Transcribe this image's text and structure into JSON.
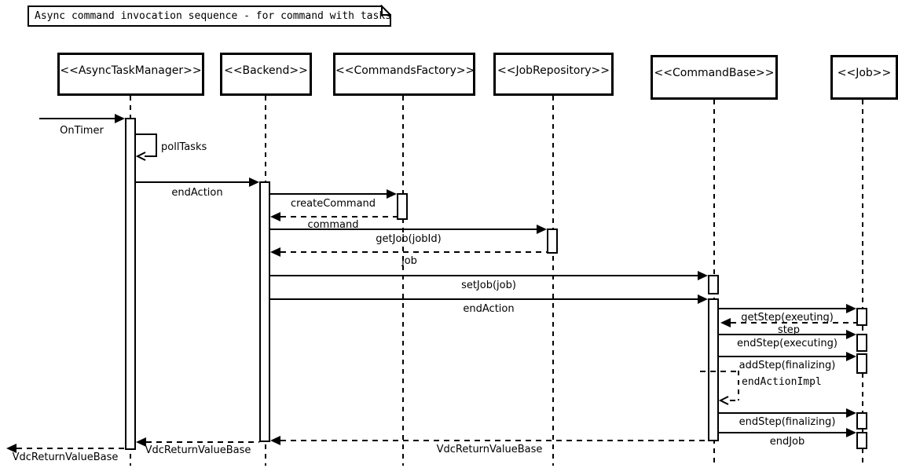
{
  "title": "Async command invocation sequence - for command with tasks",
  "participants": [
    {
      "label": "<<AsyncTaskManager>>"
    },
    {
      "label": "<<Backend>>"
    },
    {
      "label": "<<CommandsFactory>>"
    },
    {
      "label": "<<JobRepository>>"
    },
    {
      "label": "<<CommandBase>>"
    },
    {
      "label": "<<Job>>"
    }
  ],
  "messages": [
    {
      "label": "OnTimer",
      "from": "caller",
      "to": "AsyncTaskManager",
      "style": "solid"
    },
    {
      "label": "pollTasks",
      "from": "AsyncTaskManager",
      "to": "AsyncTaskManager",
      "style": "self-solid"
    },
    {
      "label": "endAction",
      "from": "AsyncTaskManager",
      "to": "Backend",
      "style": "solid"
    },
    {
      "label": "createCommand",
      "from": "Backend",
      "to": "CommandsFactory",
      "style": "solid"
    },
    {
      "label": "command",
      "from": "CommandsFactory",
      "to": "Backend",
      "style": "dashed-return"
    },
    {
      "label": "getJob(jobId)",
      "from": "Backend",
      "to": "JobRepository",
      "style": "solid"
    },
    {
      "label": "job",
      "from": "JobRepository",
      "to": "Backend",
      "style": "dashed-return"
    },
    {
      "label": "setJob(job)",
      "from": "Backend",
      "to": "CommandBase",
      "style": "solid"
    },
    {
      "label": "endAction",
      "from": "Backend",
      "to": "CommandBase",
      "style": "solid"
    },
    {
      "label": "getStep(exeuting)",
      "from": "CommandBase",
      "to": "Job",
      "style": "solid"
    },
    {
      "label": "step",
      "from": "Job",
      "to": "CommandBase",
      "style": "dashed-return"
    },
    {
      "label": "endStep(executing)",
      "from": "CommandBase",
      "to": "Job",
      "style": "solid"
    },
    {
      "label": "addStep(finalizing)",
      "from": "CommandBase",
      "to": "Job",
      "style": "solid"
    },
    {
      "label": "endActionImpl",
      "from": "CommandBase",
      "to": "CommandBase",
      "style": "self-dashed"
    },
    {
      "label": "endStep(finalizing)",
      "from": "CommandBase",
      "to": "Job",
      "style": "solid"
    },
    {
      "label": "endJob",
      "from": "CommandBase",
      "to": "Job",
      "style": "solid"
    },
    {
      "label": "VdcReturnValueBase",
      "from": "CommandBase",
      "to": "Backend",
      "style": "dashed-return"
    },
    {
      "label": "VdcReturnValueBase",
      "from": "Backend",
      "to": "AsyncTaskManager",
      "style": "dashed-return"
    },
    {
      "label": "VdcReturnValueBase",
      "from": "AsyncTaskManager",
      "to": "caller",
      "style": "dashed-return"
    }
  ],
  "colors": {
    "line": "#000000",
    "fill": "#ffffff",
    "text": "#000000"
  }
}
